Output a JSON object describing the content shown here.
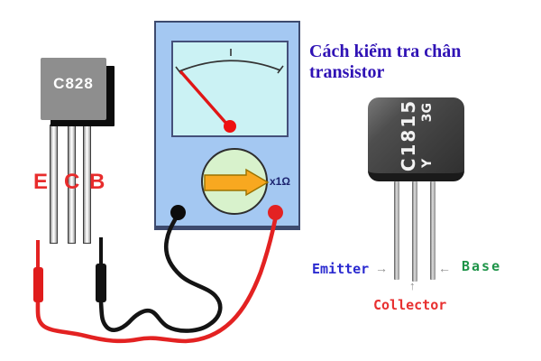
{
  "title": {
    "text": "Cách kiểm tra chân transistor"
  },
  "left_transistor": {
    "part_number": "C828",
    "pin_labels": {
      "e": "E",
      "c": "C",
      "b": "B"
    }
  },
  "multimeter": {
    "range_label": "x1Ω",
    "terminals": [
      {
        "name": "black-negative",
        "color": "#0c0c0c"
      },
      {
        "name": "red-positive",
        "color": "#e32222"
      }
    ]
  },
  "right_transistor": {
    "part_number": "C1815",
    "marking_y": "Y",
    "marking_3g": "3G",
    "emitter_label": "Emitter",
    "collector_label": "Collector",
    "base_label": "Base",
    "emitter_arrow": "→",
    "base_arrow": "←",
    "collector_arrow": "↑"
  },
  "colors": {
    "title": "#2f12b5",
    "pin_letter_red": "#e82c2c",
    "meter_body": "#a4c8f2",
    "meter_screen": "#cbf2f4",
    "dial_face": "#d8f2cc",
    "knob_orange": "#f8a820",
    "needle_red": "#e01616",
    "wire_red": "#e32222",
    "wire_black": "#141414",
    "emitter_blue": "#2a2ad0",
    "base_green": "#1e9448",
    "collector_red": "#e83030"
  }
}
